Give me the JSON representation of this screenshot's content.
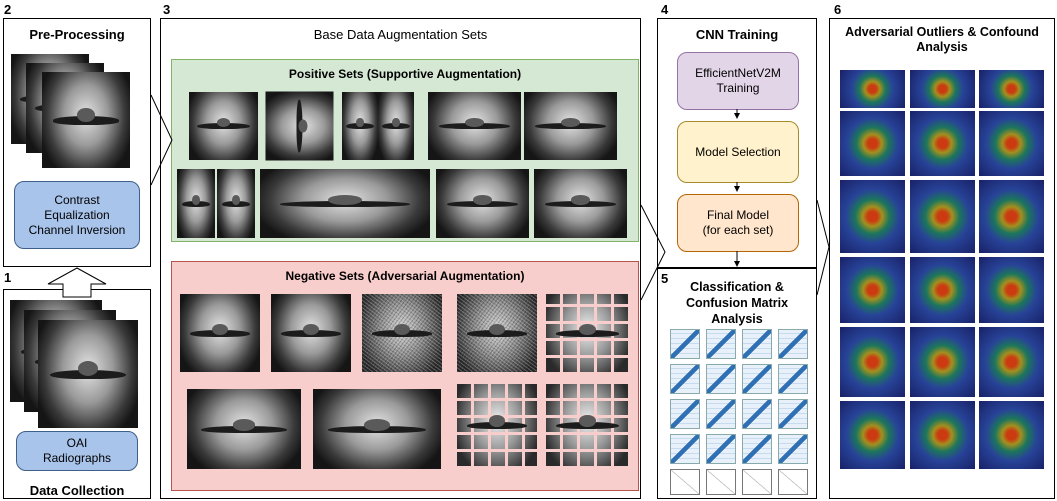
{
  "panels": {
    "preprocessing": {
      "number": "2",
      "title": "Pre-Processing",
      "step_label": "Contrast\nEqualization\nChannel Inversion"
    },
    "data_collection": {
      "number": "1",
      "title": "Data Collection",
      "step_label": "OAI\nRadiographs"
    },
    "augmentation": {
      "number": "3",
      "title": "Base Data Augmentation Sets",
      "positive_title": "Positive Sets (Supportive Augmentation)",
      "negative_title": "Negative Sets (Adversarial Augmentation)"
    },
    "cnn_training": {
      "number": "4",
      "title": "CNN Training",
      "steps": [
        "EfficientNetV2M\nTraining",
        "Model Selection",
        "Final Model\n(for each set)"
      ]
    },
    "classification": {
      "number": "5",
      "title": "Classification &\nConfusion Matrix\nAnalysis"
    },
    "adversarial": {
      "number": "6",
      "title": "Adversarial Outliers & Confound\nAnalysis"
    }
  },
  "colors": {
    "blue_box": "#a9c4eb",
    "purple_box": "#e1d5e7",
    "yellow_box": "#fff2cc",
    "orange_box": "#ffe6cc",
    "positive_bg": "#d5e8d4",
    "negative_bg": "#f8cecc"
  }
}
